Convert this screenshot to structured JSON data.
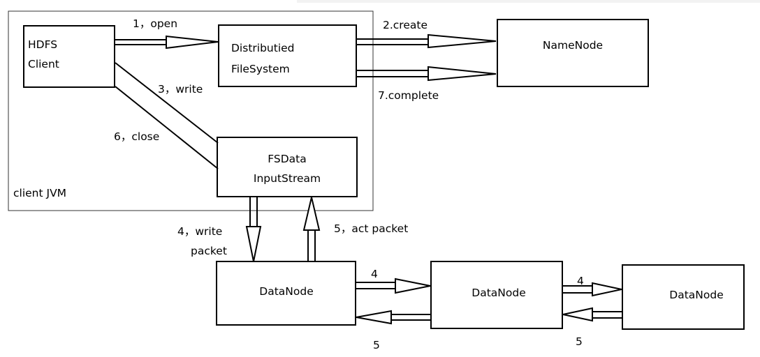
{
  "container": {
    "label": "client JVM"
  },
  "boxes": {
    "hdfs_client": [
      "HDFS",
      "Client"
    ],
    "distributed_fs": [
      "Distributied",
      "FileSystem"
    ],
    "namenode": [
      "NameNode"
    ],
    "fsdata": [
      "FSData",
      "InputStream"
    ],
    "datanode_1": [
      "DataNode"
    ],
    "datanode_2": [
      "DataNode"
    ],
    "datanode_3": [
      "DataNode"
    ]
  },
  "steps": {
    "open": "1，open",
    "create": "2.create",
    "write": "3，write",
    "close": "6，close",
    "complete": "7.complete",
    "write_packet": [
      "4，write",
      "packet"
    ],
    "ack_packet": "5，act packet",
    "dn1_to_dn2": "4",
    "dn2_to_dn1": "5",
    "dn2_to_dn3": "4",
    "dn3_to_dn2": "5"
  }
}
